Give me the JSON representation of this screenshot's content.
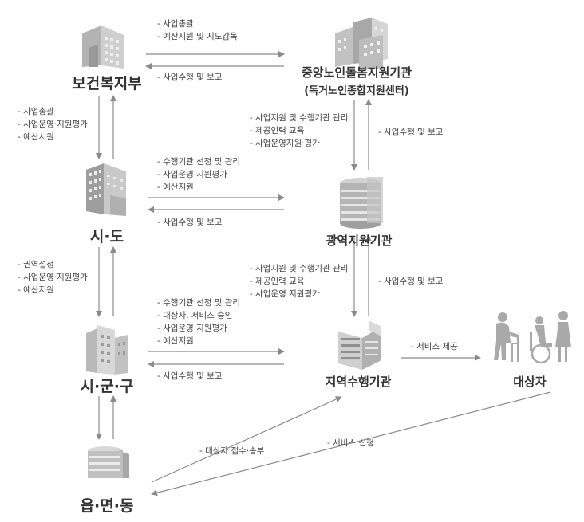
{
  "nodes": {
    "ministry": "보건복지부",
    "central_center": "중앙노인돌봄지원기관",
    "central_center_sub": "(독거노인종합지원센터)",
    "province": "시·도",
    "regional_center": "광역지원기관",
    "city": "시·군·구",
    "local_agency": "지역수행기관",
    "target": "대상자",
    "town": "읍·면·동"
  },
  "edges": {
    "ministry_to_central": [
      "사업총괄",
      "예산지원 및 지도감독"
    ],
    "central_to_ministry": [
      "사업수행 및 보고"
    ],
    "ministry_to_province": [
      "사업총괄",
      "사업운영·지원평가",
      "예산시원"
    ],
    "central_to_regional": [
      "사업지원 및 수행기관 관리",
      "제공인력 교육",
      "사업운영지원·평가"
    ],
    "regional_to_central": [
      "사업수행 및 보고"
    ],
    "province_to_regional": [
      "수행기관 선정 및 관리",
      "사업운영 지원평가",
      "예산지원"
    ],
    "regional_to_province": [
      "사업수행 및 보고"
    ],
    "province_to_city": [
      "권역설정",
      "사업운영·지원평가",
      "예산지원"
    ],
    "regional_to_local": [
      "사업지원 및 수행기관 관리",
      "제공인력 교육",
      "사업운영 지원평가"
    ],
    "local_to_regional": [
      "사업수행 및 보고"
    ],
    "city_to_local": [
      "수행기관 선정 및 관리",
      "대상자, 서비스 승인",
      "사업운영·지원평가",
      "예산지원"
    ],
    "local_to_city": [
      "사업수행 및 보고"
    ],
    "local_to_target": [
      "서비스 제공"
    ],
    "town_to_local": [
      "대상자 접수·송부"
    ],
    "target_to_town": [
      "서비스 신청"
    ]
  },
  "icons": {
    "ministry": "office-building-icon",
    "central_center": "building-cluster-icon",
    "province": "tall-building-icon",
    "regional_center": "round-building-icon",
    "city": "tower-building-icon",
    "local_agency": "office-block-icon",
    "target": "elderly-people-icon",
    "town": "low-building-icon"
  },
  "colors": {
    "arrow": "#8a8a8a",
    "building": "#b8b8b8",
    "building_dark": "#8f8f8f"
  }
}
